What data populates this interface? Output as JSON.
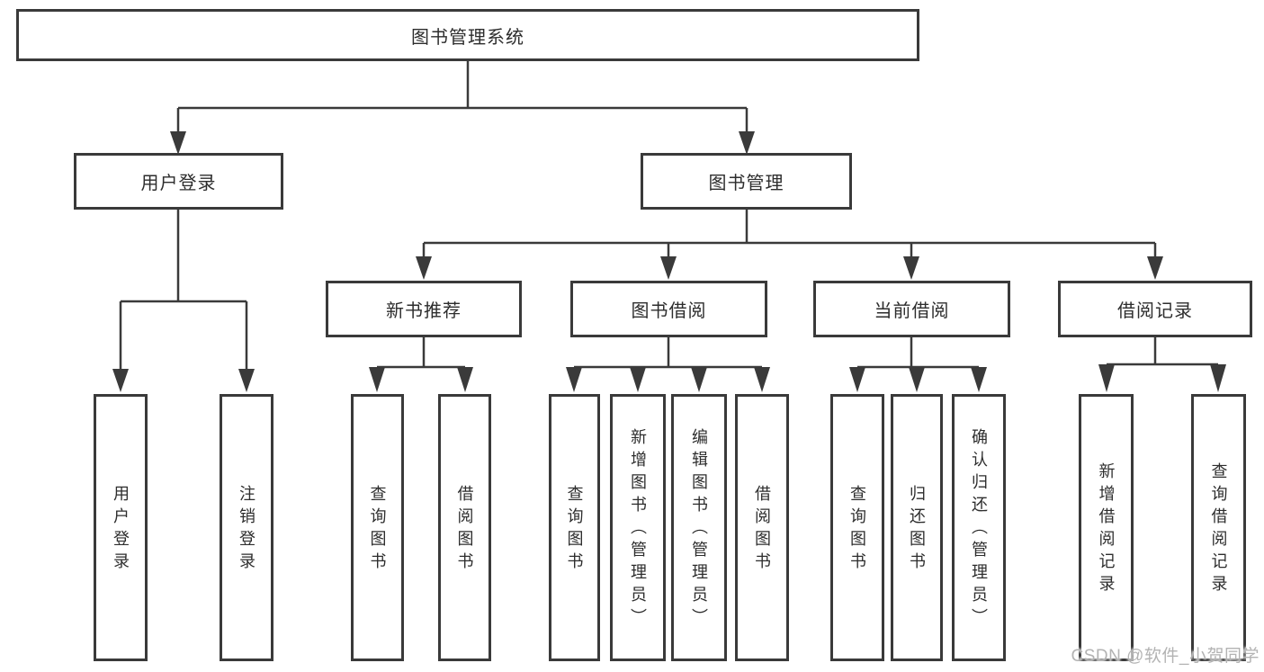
{
  "colors": {
    "line": "#3a3a3a",
    "box_border": "#3a3a3a",
    "text": "#2d2d2d",
    "background": "#ffffff",
    "watermark_text": "#b3b3b3"
  },
  "tree": {
    "label": "图书管理系统",
    "children": [
      {
        "label": "用户登录",
        "children": [
          {
            "label": "用户登录"
          },
          {
            "label": "注销登录"
          }
        ]
      },
      {
        "label": "图书管理",
        "children": [
          {
            "label": "新书推荐",
            "children": [
              {
                "label": "查询图书"
              },
              {
                "label": "借阅图书"
              }
            ]
          },
          {
            "label": "图书借阅",
            "children": [
              {
                "label": "查询图书"
              },
              {
                "label": "新增图书（管理员）"
              },
              {
                "label": "编辑图书（管理员）"
              },
              {
                "label": "借阅图书"
              }
            ]
          },
          {
            "label": "当前借阅",
            "children": [
              {
                "label": "查询图书"
              },
              {
                "label": "归还图书"
              },
              {
                "label": "确认归还（管理员）"
              }
            ]
          },
          {
            "label": "借阅记录",
            "children": [
              {
                "label": "新增借阅记录"
              },
              {
                "label": "查询借阅记录"
              }
            ]
          }
        ]
      }
    ]
  },
  "watermark": {
    "text": "CSDN @软件_小贺同学"
  }
}
